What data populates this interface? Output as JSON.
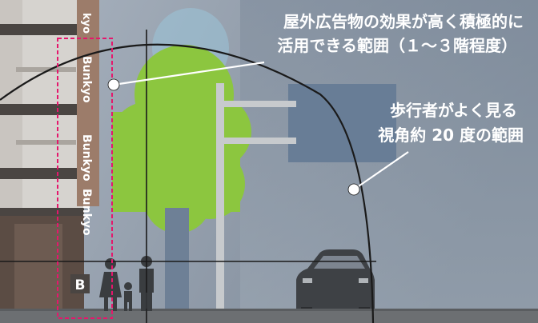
{
  "diagram": {
    "signboard": {
      "texts": [
        "kyo",
        "Bunkyo",
        "Bunkyo",
        "Bunkyo"
      ]
    },
    "small_sign": "B",
    "callouts": [
      {
        "line1": "屋外広告物の効果が高く積極的に",
        "line2": "活用できる範囲（１～３階程度）"
      },
      {
        "line1": "歩行者がよく見る",
        "line2": "視角約 20 度の範囲"
      }
    ],
    "colors": {
      "sky": "#8f9aa8",
      "tree": "#8cc63f",
      "trunk": "#6e8096",
      "dash": "#e5176c",
      "ground": "#6c6f72",
      "sign_brown": "#9c7c6a"
    }
  }
}
